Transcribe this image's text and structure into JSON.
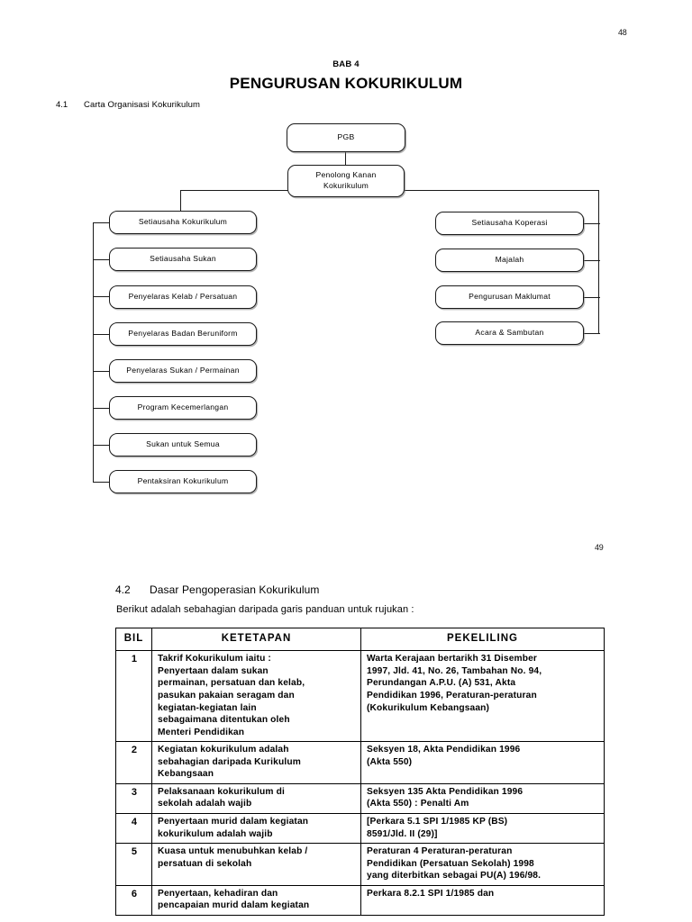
{
  "page": {
    "number_top": "48",
    "number_middle": "49",
    "chapter_label": "BAB 4",
    "title": "PENGURUSAN KOKURIKULUM"
  },
  "section_4_1": {
    "number": "4.1",
    "title": "Carta Organisasi Kokurikulum"
  },
  "orgchart": {
    "root": "PGB",
    "second": "Penolong Kanan\nKokurikulum",
    "left_nodes": [
      "Setiausaha Kokurikulum",
      "Setiausaha Sukan",
      "Penyelaras Kelab / Persatuan",
      "Penyelaras Badan Beruniform",
      "Penyelaras Sukan / Permainan",
      "Program Kecemerlangan",
      "Sukan untuk Semua",
      "Pentaksiran Kokurikulum"
    ],
    "right_nodes": [
      "Setiausaha Koperasi",
      "Majalah",
      "Pengurusan Maklumat",
      "Acara & Sambutan"
    ]
  },
  "section_4_2": {
    "number": "4.2",
    "title": "Dasar Pengoperasian Kokurikulum",
    "intro": "Berikut adalah sebahagian daripada garis panduan untuk rujukan :"
  },
  "table": {
    "headers": [
      "BIL",
      "KETETAPAN",
      "PEKELILING"
    ],
    "rows": [
      {
        "bil": "1",
        "ketetapan": "Takrif Kokurikulum iaitu :\nPenyertaan dalam sukan\npermainan, persatuan dan kelab,\npasukan pakaian seragam dan\nkegiatan-kegiatan lain\nsebagaimana ditentukan oleh\nMenteri Pendidikan",
        "pekeliling": "Warta Kerajaan bertarikh 31 Disember\n1997, Jld. 41, No. 26, Tambahan No. 94,\nPerundangan A.P.U. (A) 531, Akta\nPendidikan 1996, Peraturan-peraturan\n(Kokurikulum Kebangsaan)"
      },
      {
        "bil": "2",
        "ketetapan": "Kegiatan kokurikulum adalah\nsebahagian daripada Kurikulum\nKebangsaan",
        "pekeliling": "Seksyen 18, Akta Pendidikan 1996\n(Akta 550)"
      },
      {
        "bil": "3",
        "ketetapan": "Pelaksanaan kokurikulum di\nsekolah adalah wajib",
        "pekeliling": "Seksyen 135 Akta Pendidikan 1996\n(Akta 550) : Penalti Am"
      },
      {
        "bil": "4",
        "ketetapan": "Penyertaan murid dalam kegiatan\nkokurikulum adalah wajib",
        "pekeliling": "[Perkara 5.1 SPI 1/1985 KP (BS)\n8591/Jld. II (29)]"
      },
      {
        "bil": "5",
        "ketetapan": "Kuasa untuk menubuhkan kelab /\npersatuan di sekolah",
        "pekeliling": "Peraturan 4 Peraturan-peraturan\nPendidikan (Persatuan Sekolah) 1998\nyang diterbitkan sebagai PU(A) 196/98."
      },
      {
        "bil": "6",
        "ketetapan": "Penyertaan, kehadiran dan\npencapaian murid dalam kegiatan",
        "pekeliling": "Perkara 8.2.1 SPI 1/1985 dan"
      }
    ]
  }
}
